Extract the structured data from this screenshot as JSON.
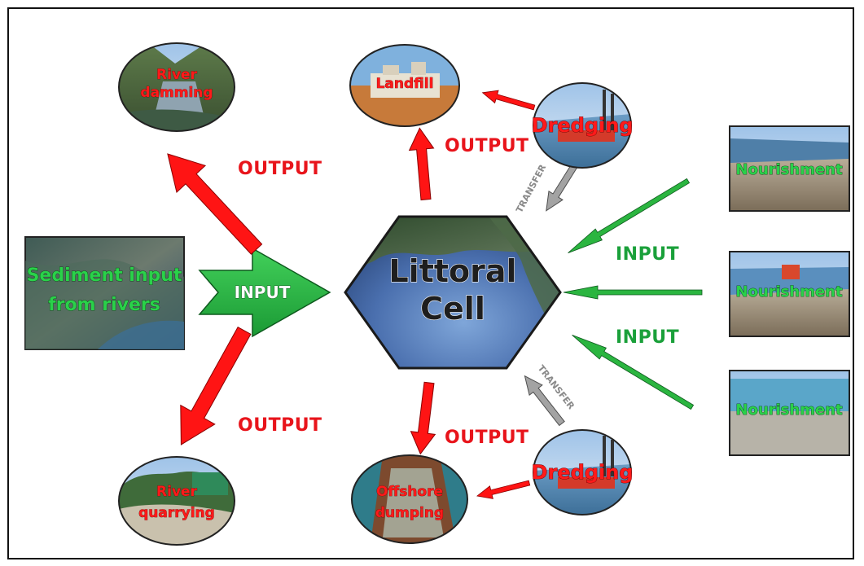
{
  "center": {
    "line1": "Littoral",
    "line2": "Cell"
  },
  "source_box": {
    "line1": "Sediment input",
    "line2": "from rivers"
  },
  "input_arrow_label": "INPUT",
  "nodes": {
    "river_damming": {
      "line1": "River",
      "line2": "damming"
    },
    "river_quarrying": {
      "line1": "River",
      "line2": "quarrying"
    },
    "landfill": {
      "label": "Landfill"
    },
    "offshore_dumping": {
      "line1": "Offshore",
      "line2": "dumping"
    },
    "dredging_top": {
      "label": "Dredging"
    },
    "dredging_bottom": {
      "label": "Dredging"
    },
    "nourishment_1": {
      "label": "Nourishment"
    },
    "nourishment_2": {
      "label": "Nourishment"
    },
    "nourishment_3": {
      "label": "Nourishment"
    }
  },
  "labels": {
    "output_upper_left": "OUTPUT",
    "output_lower_left": "OUTPUT",
    "output_top": "OUTPUT",
    "output_bottom": "OUTPUT",
    "input_right_upper": "INPUT",
    "input_right_lower": "INPUT",
    "transfer_top": "TRANSFER",
    "transfer_bottom": "TRANSFER"
  },
  "colors": {
    "output_arrow": "#ff1414",
    "input_arrow": "#2bb540",
    "transfer_arrow": "#9a9a9a",
    "output_text": "#e8141b",
    "input_text": "#1aa03a"
  }
}
